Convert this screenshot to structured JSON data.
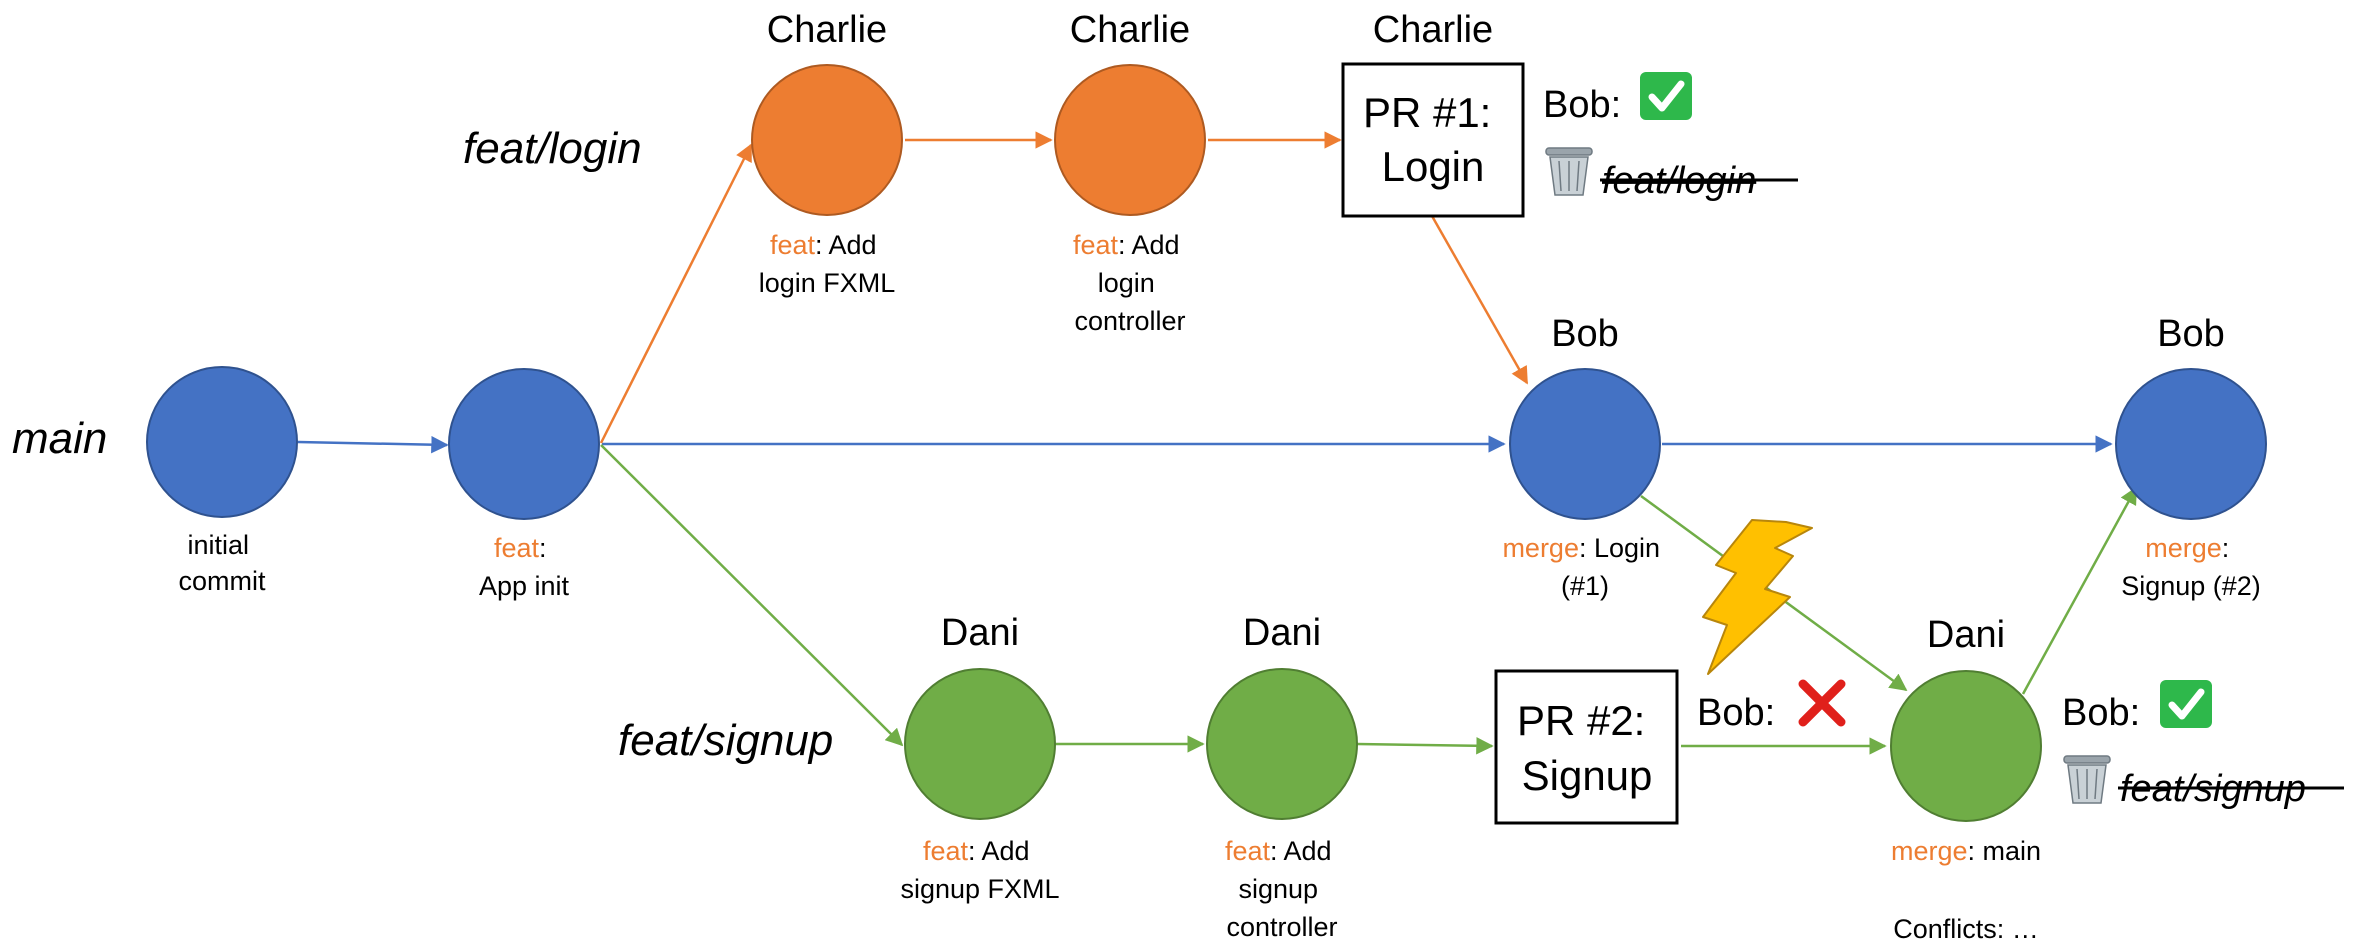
{
  "colors": {
    "main": "#4472C4",
    "main_stroke": "#2F528F",
    "login": "#ED7D31",
    "login_stroke": "#AE5A21",
    "signup": "#70AD47",
    "signup_stroke": "#507E32",
    "keyword": "#ED7D31",
    "check": "#2EB84B",
    "cross": "#E0201B",
    "bolt": "#FFC000"
  },
  "branches": {
    "main": "main",
    "login": "feat/login",
    "signup": "feat/signup"
  },
  "commits": {
    "c1": {
      "caption": [
        "initial",
        "commit"
      ]
    },
    "c2": {
      "type": "feat",
      "caption": [
        ":",
        "App init"
      ]
    },
    "l1": {
      "author": "Charlie",
      "type": "feat",
      "caption": [
        ": Add",
        "login FXML"
      ]
    },
    "l2": {
      "author": "Charlie",
      "type": "feat",
      "caption": [
        ": Add",
        "login",
        "controller"
      ]
    },
    "m1": {
      "author": "Bob",
      "type": "merge",
      "caption": [
        ": Login",
        "(#1)"
      ]
    },
    "m2": {
      "author": "Bob",
      "type": "merge",
      "caption": [
        ":",
        "Signup (#2)"
      ]
    },
    "s1": {
      "author": "Dani",
      "type": "feat",
      "caption": [
        ": Add",
        "signup FXML"
      ]
    },
    "s2": {
      "author": "Dani",
      "type": "feat",
      "caption": [
        ": Add",
        "signup",
        "controller"
      ]
    },
    "s3": {
      "author": "Dani",
      "type": "merge",
      "caption": [
        ": main",
        "Conflicts: …"
      ]
    }
  },
  "prs": {
    "pr1": {
      "author": "Charlie",
      "lines": [
        "PR #1:",
        "Login"
      ],
      "review": "Bob:",
      "status": "approved",
      "deleted_branch": "feat/login",
      "status_icon": "check-icon",
      "delete_icon": "trash-icon"
    },
    "pr2": {
      "lines": [
        "PR #2:",
        "Signup"
      ],
      "review": "Bob:",
      "status": "rejected",
      "status_icon": "cross-icon"
    }
  },
  "final_review": {
    "review": "Bob:",
    "status": "approved",
    "deleted_branch": "feat/signup",
    "status_icon": "check-icon",
    "delete_icon": "trash-icon"
  },
  "conflict": {
    "icon": "lightning-icon"
  }
}
